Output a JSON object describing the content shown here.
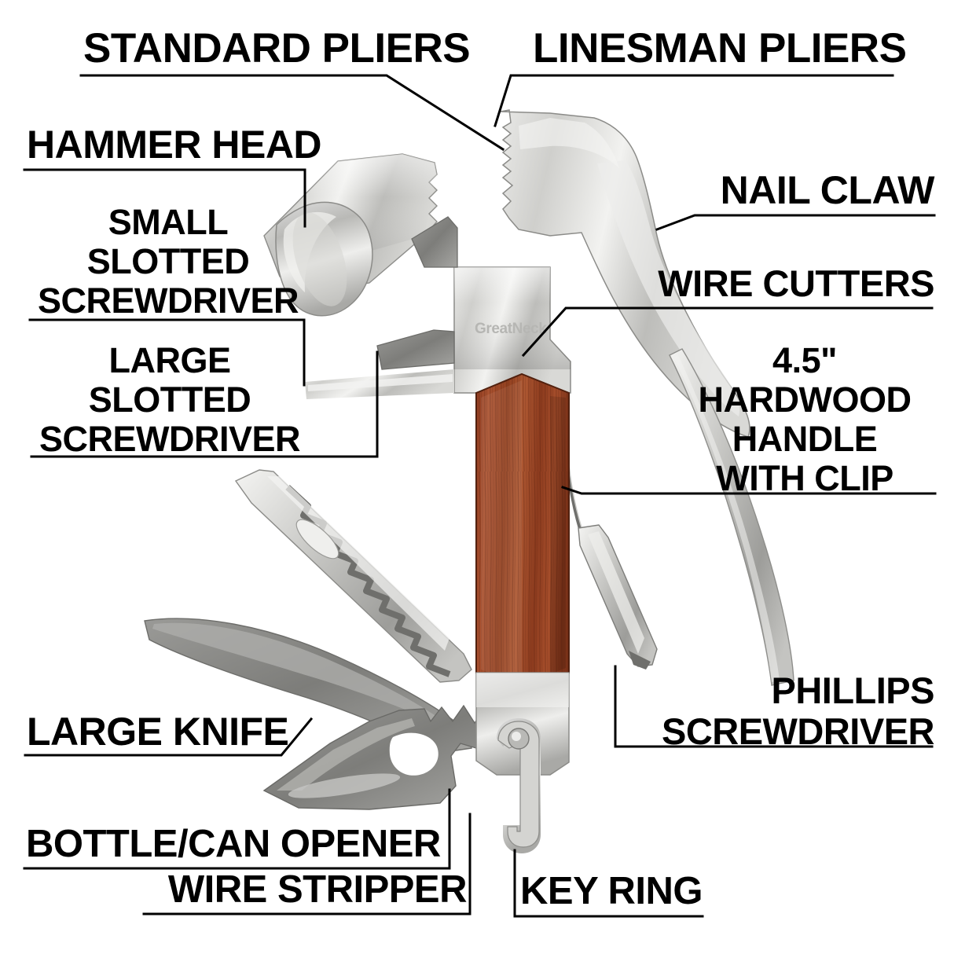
{
  "product": {
    "brand": "GreatNeck",
    "type": "multi-tool hammer infographic",
    "background_color": "#ffffff",
    "text_color": "#000000",
    "wood_color": "#A0462A",
    "steel_color": "#C9C9C6"
  },
  "callouts": [
    {
      "id": "standard-pliers",
      "label": "STANDARD PLIERS",
      "align": "left",
      "side": "left"
    },
    {
      "id": "linesman-pliers",
      "label": "LINESMAN PLIERS",
      "align": "left",
      "side": "right"
    },
    {
      "id": "hammer-head",
      "label": "HAMMER HEAD",
      "align": "left",
      "side": "left"
    },
    {
      "id": "nail-claw",
      "label": "NAIL CLAW",
      "align": "right",
      "side": "right"
    },
    {
      "id": "small-slotted-screwdriver",
      "label": "SMALL\nSLOTTED\nSCREWDRIVER",
      "align": "center",
      "side": "left"
    },
    {
      "id": "wire-cutters",
      "label": "WIRE CUTTERS",
      "align": "right",
      "side": "right"
    },
    {
      "id": "large-slotted-screwdriver",
      "label": "LARGE\nSLOTTED\nSCREWDRIVER",
      "align": "center",
      "side": "left"
    },
    {
      "id": "hardwood-handle",
      "label": "4.5\"\nHARDWOOD\nHANDLE\nWITH CLIP",
      "align": "center",
      "side": "right"
    },
    {
      "id": "large-knife",
      "label": "LARGE KNIFE",
      "align": "left",
      "side": "left"
    },
    {
      "id": "phillips-screwdriver",
      "label": "PHILLIPS\nSCREWDRIVER",
      "align": "right",
      "side": "right"
    },
    {
      "id": "bottle-can-opener",
      "label": "BOTTLE/CAN OPENER",
      "align": "left",
      "side": "left"
    },
    {
      "id": "wire-stripper",
      "label": "WIRE STRIPPER",
      "align": "right",
      "side": "left"
    },
    {
      "id": "key-ring",
      "label": "KEY RING",
      "align": "left",
      "side": "right"
    }
  ]
}
